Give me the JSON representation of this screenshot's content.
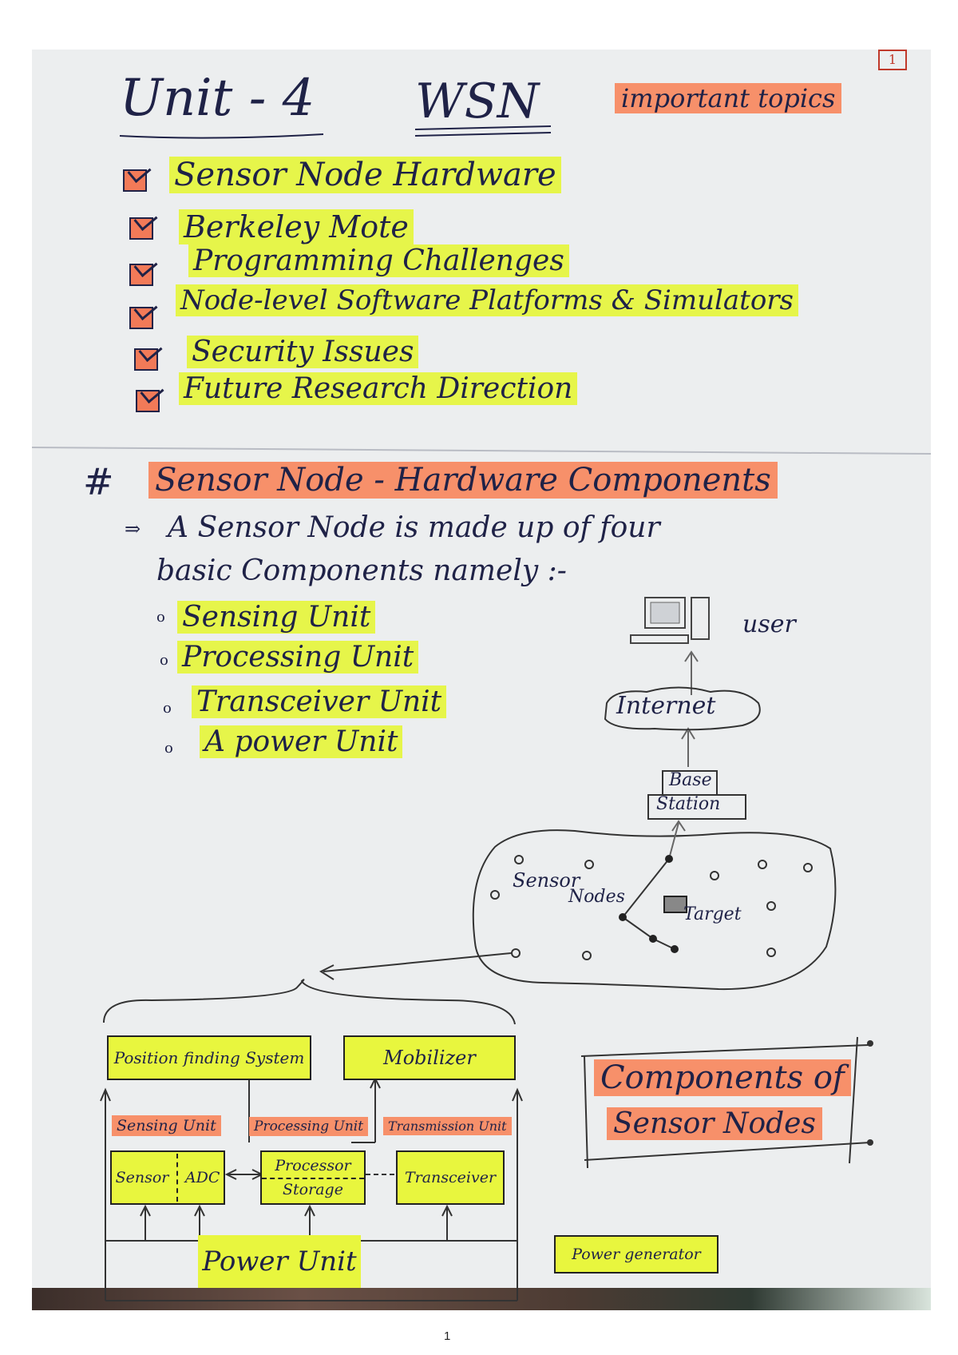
{
  "page": {
    "corner_mark": "1",
    "page_number": "1"
  },
  "header": {
    "unit": "Unit - 4",
    "subject": "WSN",
    "tag": "important topics"
  },
  "topics": [
    "Sensor Node Hardware",
    "Berkeley Mote",
    "Programming Challenges",
    "Node-level Software Platforms & Simulators",
    "Security Issues",
    "Future Research Direction"
  ],
  "section": {
    "heading": "Sensor Node - Hardware Components",
    "intro_line1": "A Sensor Node is made up of four",
    "intro_line2": "basic Components namely :-",
    "components": [
      "Sensing Unit",
      "Processing Unit",
      "Transceiver Unit",
      "A power Unit"
    ]
  },
  "network": {
    "user": "user",
    "internet": "Internet",
    "base_station_line1": "Base",
    "base_station_line2": "Station",
    "sensor_label_line1": "Sensor",
    "sensor_label_line2": "Nodes",
    "target": "Target"
  },
  "node_diagram": {
    "position_finding": "Position finding System",
    "mobilizer": "Mobilizer",
    "sensing_unit": "Sensing Unit",
    "processing_unit": "Processing Unit",
    "transmission_unit": "Transmission Unit",
    "sensor": "Sensor",
    "adc": "ADC",
    "processor": "Processor",
    "storage": "Storage",
    "transceiver": "Transceiver",
    "power_unit": "Power Unit",
    "power_generator": "Power generator"
  },
  "caption": {
    "line1": "Components of",
    "line2": "Sensor Nodes"
  },
  "colors": {
    "paper": "#eceeef",
    "ink": "#1f2247",
    "highlight_yellow": "#e6f54a",
    "highlight_orange": "#f7906a"
  }
}
